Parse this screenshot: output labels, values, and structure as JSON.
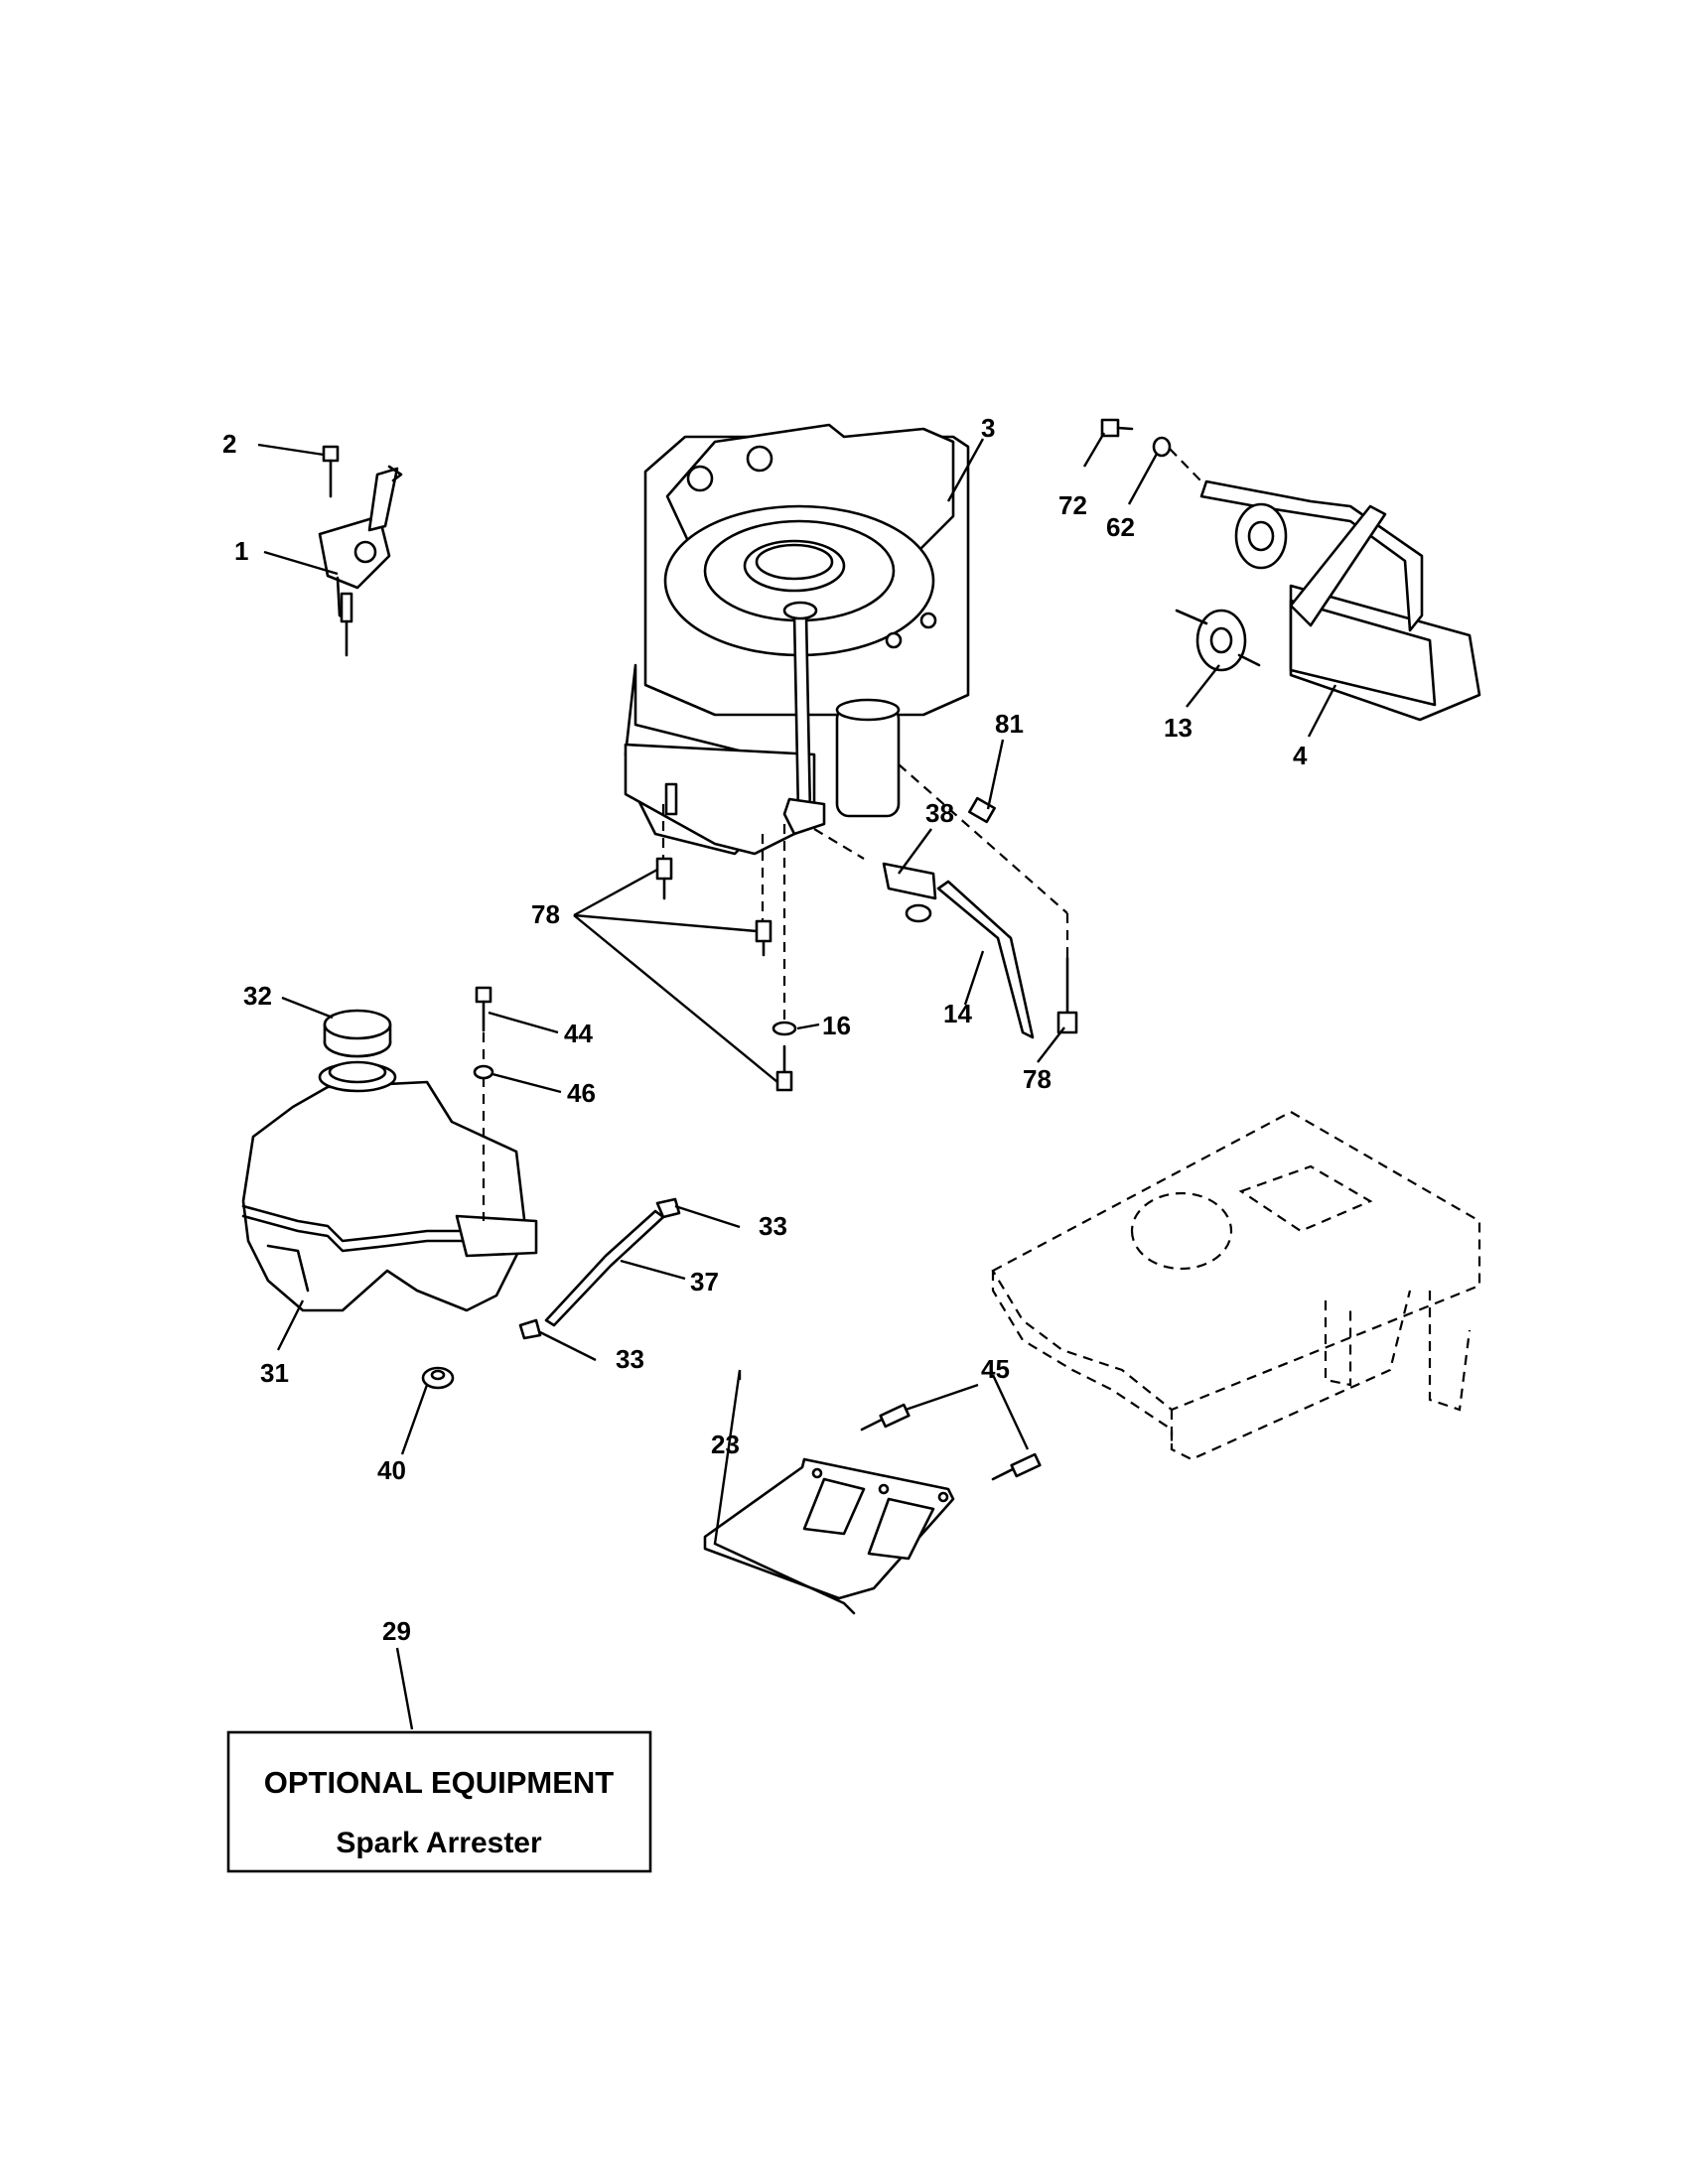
{
  "callouts": [
    "1",
    "2",
    "3",
    "4",
    "13",
    "14",
    "16",
    "23",
    "29",
    "31",
    "32",
    "33",
    "33",
    "37",
    "38",
    "40",
    "44",
    "45",
    "46",
    "62",
    "72",
    "78",
    "78",
    "81"
  ],
  "optional_box": {
    "title": "OPTIONAL EQUIPMENT",
    "subtitle": "Spark Arrester"
  }
}
